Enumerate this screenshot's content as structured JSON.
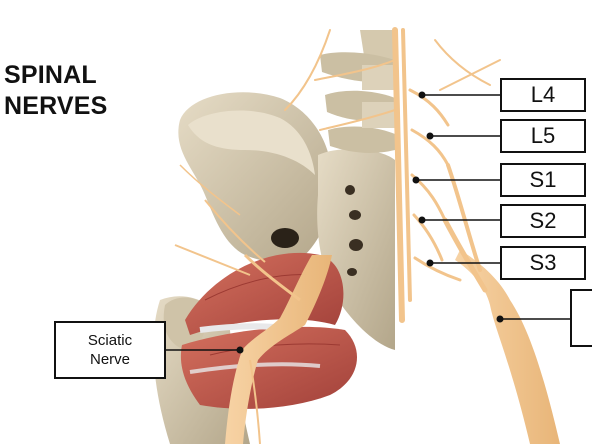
{
  "title": {
    "line1": "SPINAL",
    "line2": "NERVES"
  },
  "labels": {
    "l4": "L4",
    "l5": "L5",
    "s1": "S1",
    "s2": "S2",
    "s3": "S3",
    "sciatic_line1": "Sciatic",
    "sciatic_line2": "Nerve"
  },
  "colors": {
    "bone": "#d8cdb4",
    "bone_shadow": "#b3a68a",
    "nerve": "#f2c48c",
    "muscle": "#c0584a",
    "tendon": "#e8e8ea",
    "leader_line": "#111111"
  }
}
